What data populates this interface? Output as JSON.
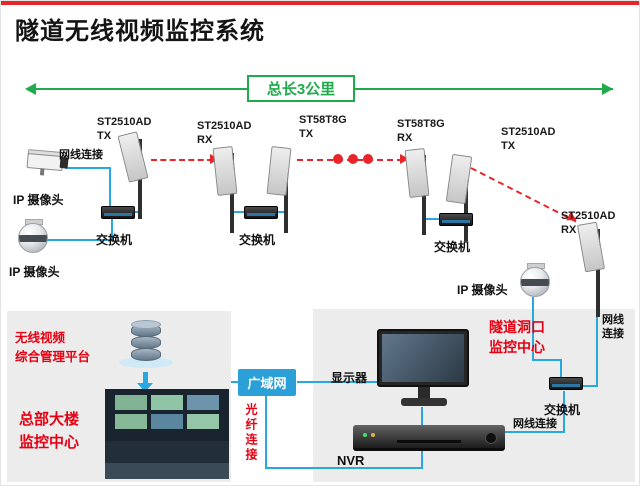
{
  "title": "隧道无线视频监控系统",
  "measure": {
    "label": "总长3公里"
  },
  "devices": [
    {
      "model": "ST2510AD",
      "role": "TX"
    },
    {
      "model": "ST2510AD",
      "role": "RX"
    },
    {
      "model": "ST58T8G",
      "role": "TX"
    },
    {
      "model": "ST58T8G",
      "role": "RX"
    },
    {
      "model": "ST2510AD",
      "role": "TX"
    },
    {
      "model": "ST2510AD",
      "role": "RX"
    }
  ],
  "cameras": {
    "label": "IP 摄像头"
  },
  "network": {
    "switch": "交换机",
    "cable": "网线连接",
    "cable_two_line": "网线\n连接",
    "fiber": "光纤连接",
    "wan": "广域网"
  },
  "left_panel": {
    "platform": "无线视频\n综合管理平台",
    "hq_center": "总部大楼\n监控中心"
  },
  "right_panel": {
    "tunnel_center": "隧道洞口\n监控中心",
    "monitor": "显示器",
    "nvr": "NVR"
  },
  "colors": {
    "accent_red": "#e8252a",
    "text_red": "#e60012",
    "green": "#1faa4b",
    "line_blue": "#29a8df",
    "wan_blue": "#2b9fd7"
  }
}
